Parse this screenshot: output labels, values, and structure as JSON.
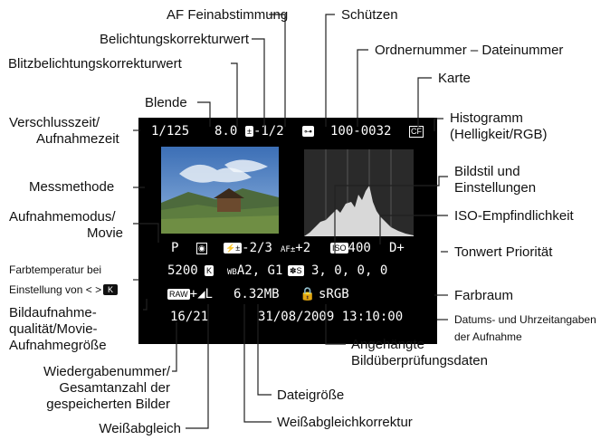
{
  "screen": {
    "shutter": "1/125",
    "aperture": "8.0",
    "exposure_comp": "-1/2",
    "protect_icon": "key-icon",
    "folder_file": "100-0032",
    "card": "CF",
    "mode": "P",
    "flash_comp": "-2/3",
    "af_fine": "+2",
    "iso_prefix": "ISO",
    "iso": "400",
    "tone_priority": "D+",
    "color_temp": "5200",
    "wb_mode": "K",
    "wb_corr": "A2, G1",
    "picture_style": "3, 0, 0, 0",
    "raw_badge": "RAW",
    "quality": "+◢L",
    "file_size": "6.32MB",
    "color_space": "sRGB",
    "playback_no": "16/21",
    "datetime": "31/08/2009 13:10:00"
  },
  "labels": {
    "af": "AF Feinabstimmung",
    "protect": "Schützen",
    "exp_comp": "Belichtungskorrekturwert",
    "folder": "Ordnernummer – Dateinummer",
    "flash_comp": "Blitzbelichtungskorrekturwert",
    "card": "Karte",
    "aperture": "Blende",
    "shutter_1": "Verschlusszeit/",
    "shutter_2": "Aufnahmezeit",
    "histo_1": "Histogramm",
    "histo_2": "(Helligkeit/RGB)",
    "metering": "Messmethode",
    "picstyle_1": "Bildstil und",
    "picstyle_2": "Einstellungen",
    "mode_1": "Aufnahmemodus/",
    "mode_2": "Movie",
    "iso": "ISO-Empfindlichkeit",
    "tone": "Tonwert Priorität",
    "colortemp_1": "Farbtemperatur bei",
    "colortemp_2": "Einstellung von <   >",
    "quality_1": "Bildaufnahme-",
    "quality_2": "qualität/Movie-",
    "quality_3": "Aufnahmegröße",
    "colorspace": "Farbraum",
    "datetime_1": "Datums- und Uhrzeitangaben",
    "datetime_2": "der Aufnahme",
    "verify_1": "Angehängte",
    "verify_2": "Bildüberprüfungsdaten",
    "playback_1": "Wiedergabenummer/",
    "playback_2": "Gesamtanzahl der",
    "playback_3": "gespeicherten Bilder",
    "filesize": "Dateigröße",
    "wbcorr": "Weißabgleichkorrektur",
    "wb": "Weißabgleich"
  },
  "colors": {
    "screen_bg": "#000000",
    "screen_text": "#ffffff",
    "leader": "#222222"
  }
}
